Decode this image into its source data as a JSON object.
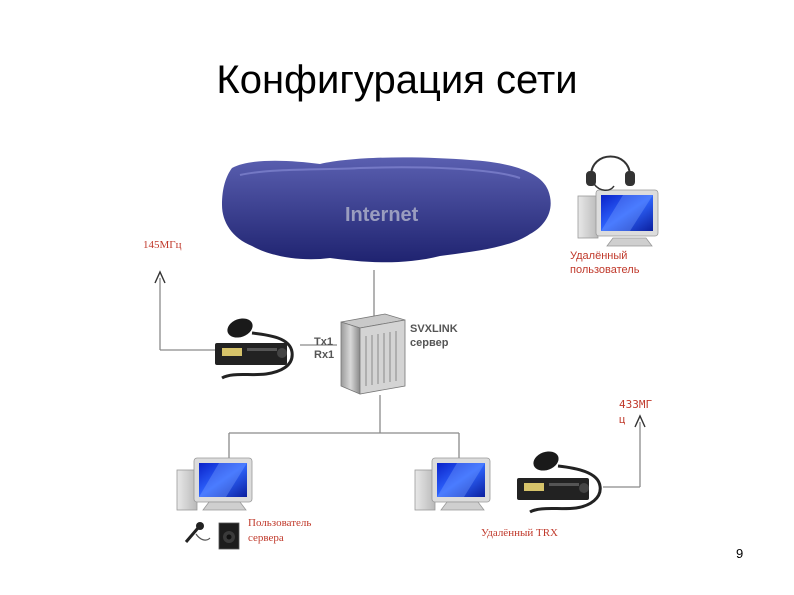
{
  "slide": {
    "title": "Конфигурация сети",
    "page_number": "9"
  },
  "diagram": {
    "cloud_label": "Internet",
    "freq_145": "145МГц",
    "freq_433_line1": "433МГ",
    "freq_433_line2": "ц",
    "remote_user_line1": "Удалённый",
    "remote_user_line2": "пользователь",
    "server_line1": "SVXLINK",
    "server_line2": "сервер",
    "tx_label": "Tx1",
    "rx_label": "Rx1",
    "server_user_line1": "Пользователь",
    "server_user_line2": "сервера",
    "remote_trx": "Удалённый TRX"
  },
  "colors": {
    "cloud": "#3a3f8f",
    "line": "#8a8a8a",
    "label_red": "#c0392b",
    "label_gray": "#555555"
  }
}
